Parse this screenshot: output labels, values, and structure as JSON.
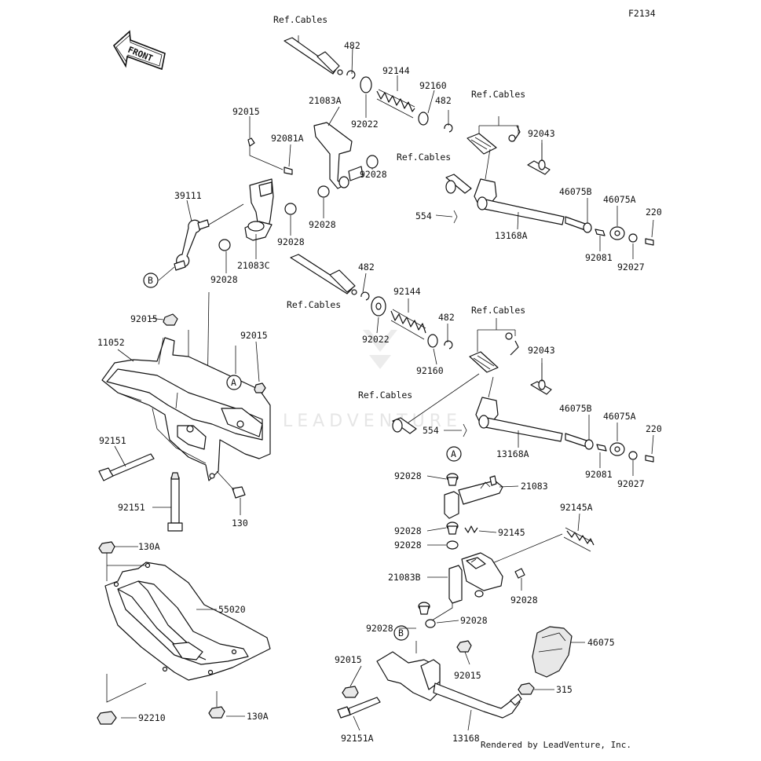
{
  "figure_code": "F2134",
  "front_label": "FRONT",
  "watermark": "LEADVENTURE",
  "footer": "Rendered by LeadVenture, Inc.",
  "labels": [
    {
      "id": "l01",
      "text": "Ref.Cables"
    },
    {
      "id": "l02",
      "text": "482"
    },
    {
      "id": "l03",
      "text": "92144"
    },
    {
      "id": "l04",
      "text": "92160"
    },
    {
      "id": "l05",
      "text": "92022"
    },
    {
      "id": "l06",
      "text": "21083A"
    },
    {
      "id": "l07",
      "text": "92015"
    },
    {
      "id": "l08",
      "text": "92081A"
    },
    {
      "id": "l09",
      "text": "92028"
    },
    {
      "id": "l10",
      "text": "92028"
    },
    {
      "id": "l11",
      "text": "92028"
    },
    {
      "id": "l12",
      "text": "39111"
    },
    {
      "id": "l13",
      "text": "21083C"
    },
    {
      "id": "l14",
      "text": "92028"
    },
    {
      "id": "l15",
      "text": "B"
    },
    {
      "id": "l16",
      "text": "482"
    },
    {
      "id": "l17",
      "text": "Ref.Cables"
    },
    {
      "id": "l18",
      "text": "92043"
    },
    {
      "id": "l19",
      "text": "Ref.Cables"
    },
    {
      "id": "l20",
      "text": "46075B"
    },
    {
      "id": "l21",
      "text": "46075A"
    },
    {
      "id": "l22",
      "text": "220"
    },
    {
      "id": "l23",
      "text": "554"
    },
    {
      "id": "l24",
      "text": "13168A"
    },
    {
      "id": "l25",
      "text": "92081"
    },
    {
      "id": "l26",
      "text": "92027"
    },
    {
      "id": "l27",
      "text": "Ref.Cables"
    },
    {
      "id": "l28",
      "text": "482"
    },
    {
      "id": "l29",
      "text": "92144"
    },
    {
      "id": "l30",
      "text": "92022"
    },
    {
      "id": "l31",
      "text": "482"
    },
    {
      "id": "l32",
      "text": "Ref.Cables"
    },
    {
      "id": "l33",
      "text": "92160"
    },
    {
      "id": "l34",
      "text": "92043"
    },
    {
      "id": "l35",
      "text": "92015"
    },
    {
      "id": "l36",
      "text": "11052"
    },
    {
      "id": "l37",
      "text": "92015"
    },
    {
      "id": "l38",
      "text": "A"
    },
    {
      "id": "l39",
      "text": "Ref.Cables"
    },
    {
      "id": "l40",
      "text": "46075B"
    },
    {
      "id": "l41",
      "text": "46075A"
    },
    {
      "id": "l42",
      "text": "220"
    },
    {
      "id": "l43",
      "text": "554"
    },
    {
      "id": "l44",
      "text": "13168A"
    },
    {
      "id": "l45",
      "text": "92081"
    },
    {
      "id": "l46",
      "text": "92027"
    },
    {
      "id": "l47",
      "text": "92151"
    },
    {
      "id": "l48",
      "text": "92151"
    },
    {
      "id": "l49",
      "text": "130"
    },
    {
      "id": "l50",
      "text": "A"
    },
    {
      "id": "l51",
      "text": "92028"
    },
    {
      "id": "l52",
      "text": "21083"
    },
    {
      "id": "l53",
      "text": "92145A"
    },
    {
      "id": "l54",
      "text": "92028"
    },
    {
      "id": "l55",
      "text": "92145"
    },
    {
      "id": "l56",
      "text": "92028"
    },
    {
      "id": "l57",
      "text": "130A"
    },
    {
      "id": "l58",
      "text": "21083B"
    },
    {
      "id": "l59",
      "text": "92028"
    },
    {
      "id": "l60",
      "text": "55020"
    },
    {
      "id": "l61",
      "text": "92028"
    },
    {
      "id": "l62",
      "text": "92028"
    },
    {
      "id": "l63",
      "text": "B"
    },
    {
      "id": "l64",
      "text": "46075"
    },
    {
      "id": "l65",
      "text": "92015"
    },
    {
      "id": "l66",
      "text": "92015"
    },
    {
      "id": "l67",
      "text": "315"
    },
    {
      "id": "l68",
      "text": "92210"
    },
    {
      "id": "l69",
      "text": "130A"
    },
    {
      "id": "l70",
      "text": "92151A"
    },
    {
      "id": "l71",
      "text": "13168"
    }
  ]
}
